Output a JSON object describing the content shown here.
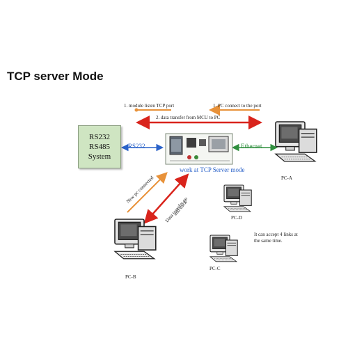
{
  "title": "TCP server Mode",
  "system_box": {
    "line1": "RS232",
    "line2": "RS485",
    "line3": "System"
  },
  "labels": {
    "rs232": "RS232",
    "ethernet": "Ethernet",
    "listen": "1. module listen TCP port",
    "pc_connect": "1. PC connect to the port",
    "data_transfer": "2. data transfer from MCU to PC",
    "work_mode": "work at TCP Server mode",
    "new_pc": "New pc connected",
    "data_back_1": "Data transfer go",
    "data_back_2": "and back",
    "four_links_1": "It can accept 4 links at",
    "four_links_2": "the same time."
  },
  "pcs": {
    "a": "PC-A",
    "b": "PC-B",
    "c": "PC-C",
    "d": "PC-D"
  },
  "colors": {
    "orange": "#e8923a",
    "red": "#d9241c",
    "blue": "#2a62c9",
    "green": "#2f8f3e",
    "box": "#cfe5c2"
  }
}
